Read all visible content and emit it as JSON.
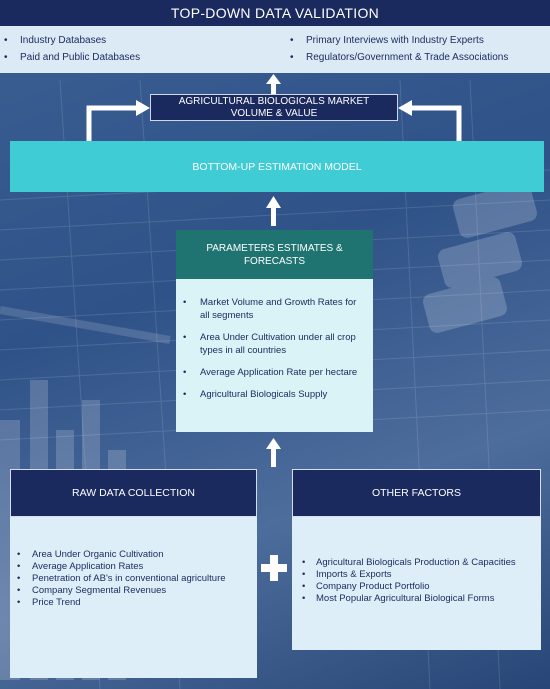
{
  "header": {
    "title": "TOP-DOWN DATA VALIDATION"
  },
  "sources": {
    "left": [
      "Industry Databases",
      "Paid and Public Databases"
    ],
    "right": [
      "Primary Interviews with Industry Experts",
      "Regulators/Government & Trade Associations"
    ]
  },
  "market": {
    "label": "AGRICULTURAL BIOLOGICALS MARKET VOLUME & VALUE"
  },
  "bottom_up": {
    "label": "BOTTOM-UP ESTIMATION MODEL"
  },
  "parameters": {
    "title": "PARAMETERS ESTIMATES & FORECASTS",
    "items": [
      "Market Volume and Growth Rates for all segments",
      "Area Under Cultivation under all crop types in all countries",
      "Average Application Rate per hectare",
      "Agricultural Biologicals Supply"
    ]
  },
  "raw_data": {
    "title": "RAW DATA COLLECTION",
    "items": [
      "Area Under Organic Cultivation",
      "Average Application Rates",
      "Penetration of AB's in conventional agriculture",
      "Company Segmental Revenues",
      "Price Trend"
    ]
  },
  "other_factors": {
    "title": "OTHER FACTORS",
    "items": [
      "Agricultural Biologicals Production & Capacities",
      "Imports & Exports",
      "Company Product Portfolio",
      "Most Popular Agricultural Biological Forms"
    ]
  },
  "colors": {
    "navy": "#1a2a5e",
    "teal": "#3fccd5",
    "dark_teal": "#1f7471",
    "light_panel": "#ddeef8",
    "arrow": "#ffffff"
  },
  "icons": [
    "plus-icon",
    "arrow-up-icon"
  ]
}
